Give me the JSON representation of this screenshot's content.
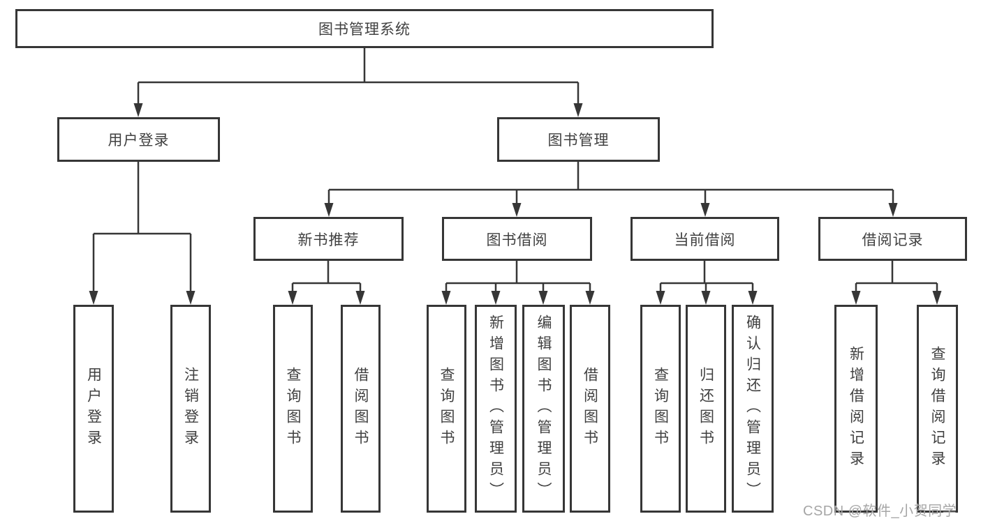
{
  "diagram": {
    "root": {
      "label": "图书管理系统"
    },
    "level2": [
      {
        "id": "user-login",
        "label": "用户登录",
        "children": [
          "用户登录",
          "注销登录"
        ]
      },
      {
        "id": "book-management",
        "label": "图书管理"
      }
    ],
    "level3": [
      {
        "id": "new-book-recommend",
        "label": "新书推荐",
        "children": [
          "查询图书",
          "借阅图书"
        ]
      },
      {
        "id": "book-borrow",
        "label": "图书借阅",
        "children": [
          "查询图书",
          "新增图书（管理员）",
          "编辑图书（管理员）",
          "借阅图书"
        ]
      },
      {
        "id": "current-borrow",
        "label": "当前借阅",
        "children": [
          "查询图书",
          "归还图书",
          "确认归还（管理员）"
        ]
      },
      {
        "id": "borrow-records",
        "label": "借阅记录",
        "children": [
          "新增借阅记录",
          "查询借阅记录"
        ]
      }
    ]
  },
  "watermark": {
    "text": "CSDN @软件_小贺同学"
  },
  "colors": {
    "line": "#363636",
    "text": "#404040",
    "watermark": "#a6a6a6",
    "box_bg": "#ffffff",
    "canvas_bg": "#ffffff"
  }
}
